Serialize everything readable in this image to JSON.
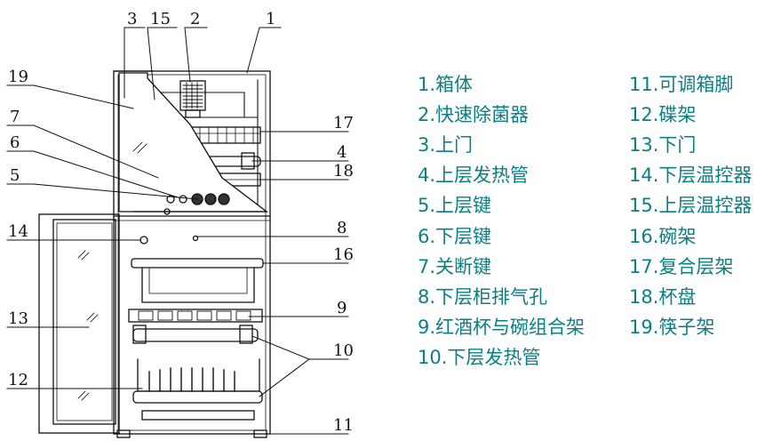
{
  "callouts": [
    "1",
    "2",
    "3",
    "4",
    "5",
    "6",
    "7",
    "8",
    "9",
    "10",
    "11",
    "12",
    "13",
    "14",
    "15",
    "16",
    "17",
    "18",
    "19"
  ],
  "legend": {
    "left": [
      "1.箱体",
      "2.快速除菌器",
      "3.上门",
      "4.上层发热管",
      "5.上层键",
      "6.下层键",
      "7.关断键",
      "8.下层柜排气孔",
      "9.红酒杯与碗组合架",
      "10.下层发热管"
    ],
    "right": [
      "11.可调箱脚",
      "12.碟架",
      "13.下门",
      "14.下层温控器",
      "15.上层温控器",
      "16.碗架",
      "17.复合层架",
      "18.杯盘",
      "19.筷子架"
    ]
  },
  "colors": {
    "legend_text": "#0b7f86",
    "line": "#111111"
  }
}
